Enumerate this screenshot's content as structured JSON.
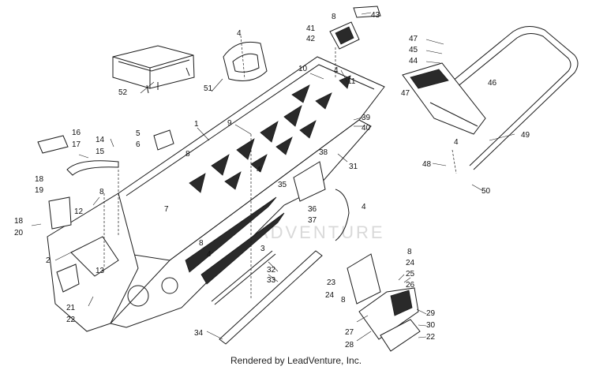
{
  "caption": "Rendered by LeadVenture, Inc.",
  "watermark": "LEADVENTURE",
  "callouts": [
    "1",
    "2",
    "3",
    "4",
    "4",
    "4",
    "4",
    "4",
    "4",
    "5",
    "6",
    "7",
    "8",
    "8",
    "8",
    "8",
    "8",
    "8",
    "9",
    "10",
    "11",
    "12",
    "13",
    "14",
    "15",
    "16",
    "17",
    "18",
    "18",
    "19",
    "20",
    "21",
    "22",
    "22",
    "23",
    "24",
    "24",
    "25",
    "26",
    "27",
    "28",
    "29",
    "30",
    "31",
    "32",
    "33",
    "34",
    "35",
    "36",
    "37",
    "38",
    "39",
    "40",
    "41",
    "42",
    "43",
    "44",
    "45",
    "46",
    "47",
    "47",
    "48",
    "49",
    "50",
    "51",
    "52"
  ]
}
